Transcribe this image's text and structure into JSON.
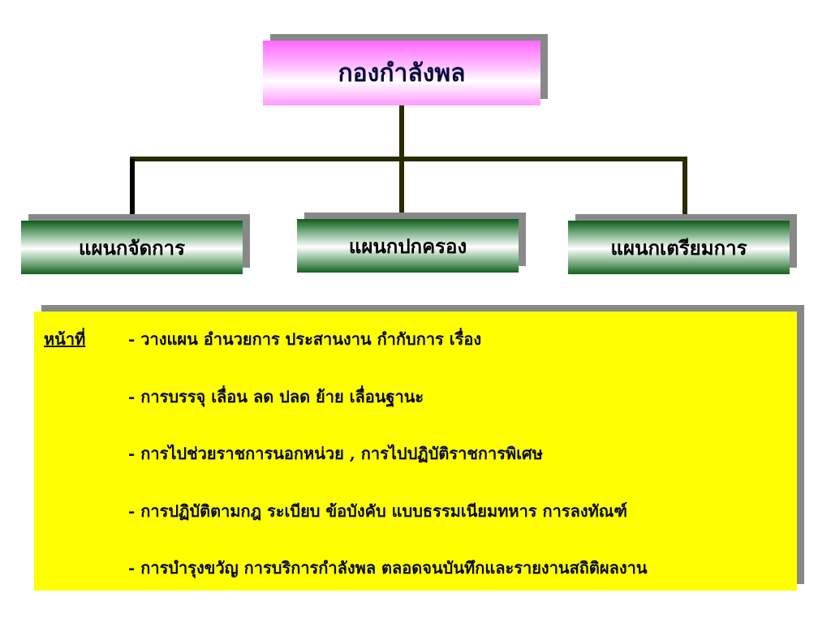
{
  "org_chart": {
    "root": {
      "label": "กองกำลังพล"
    },
    "children": [
      {
        "label": "แผนกจัดการ"
      },
      {
        "label": "แผนกปกครอง"
      },
      {
        "label": "แผนกเตรียมการ"
      }
    ],
    "colors": {
      "root_fill": "#ff99ff",
      "child_fill": "#2e7d3a",
      "connector": "#2a2a00",
      "shadow": "#888888"
    }
  },
  "duties": {
    "heading": "หน้าที่",
    "items": [
      "- วางแผน อำนวยการ ประสานงาน กำกับการ เรื่อง",
      "- การบรรจุ เลื่อน ลด ปลด ย้าย เลื่อนฐานะ",
      "-  การไปช่วยราชการนอกหน่วย , การไปปฏิบัติราชการพิเศษ",
      "- การปฏิบัติตามกฎ ระเบียบ ข้อบังคับ แบบธรรมเนียมทหาร การลงทัณฑ์",
      "- การบำรุงขวัญ  การบริการกำลังพล ตลอดจนบันทึกและรายงานสถิติผลงาน"
    ],
    "panel_color": "#ffff00"
  }
}
